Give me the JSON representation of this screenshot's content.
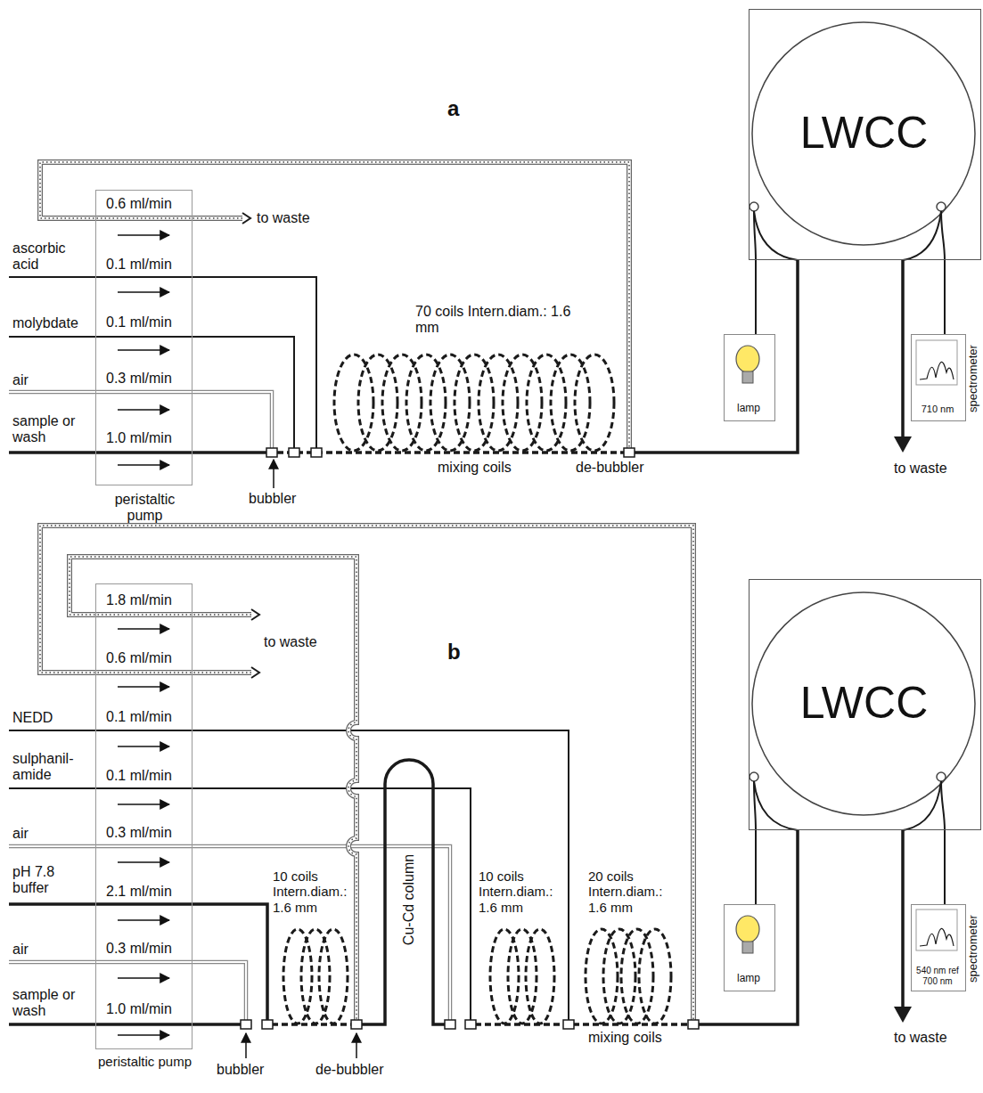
{
  "diagram": {
    "nodes": [
      {
        "text": [
          "peristaltic pump"
        ]
      },
      {
        "text": [
          "LWCC"
        ]
      },
      {
        "text": [
          "lamp"
        ]
      },
      {
        "text": [
          "710 nm",
          "spectrometer"
        ]
      },
      {
        "text": [
          "peristaltic pump"
        ]
      },
      {
        "text": [
          "LWCC"
        ]
      },
      {
        "text": [
          "lamp"
        ]
      },
      {
        "text": [
          "540 nm ref 700 nm",
          "spectrometer"
        ]
      }
    ],
    "edges": [
      {
        "from": 2,
        "to": 1,
        "arrow": "none"
      },
      {
        "from": 1,
        "to": 3,
        "arrow": "none"
      },
      {
        "from": 6,
        "to": 5,
        "arrow": "none"
      },
      {
        "from": 5,
        "to": 7,
        "arrow": "none"
      }
    ],
    "labels": [
      "a",
      "0.6 ml/min",
      "to waste",
      "ascorbic acid",
      "0.1 ml/min",
      "molybdate",
      "0.1 ml/min",
      "air",
      "0.3 ml/min",
      "sample or wash",
      "1.0 ml/min",
      "70 coils Intern.diam.: 1.6 mm",
      "mixing coils",
      "de-bubbler",
      "bubbler",
      "to waste",
      "b",
      "1.8 ml/min",
      "to waste",
      "0.6 ml/min",
      "NEDD",
      "0.1 ml/min",
      "sulphanil- amide",
      "0.1 ml/min",
      "air",
      "0.3 ml/min",
      "pH 7.8 buffer",
      "2.1 ml/min",
      "air",
      "0.3 ml/min",
      "sample or wash",
      "1.0 ml/min",
      "10 coils Intern.diam.: 1.6 mm",
      "Cu-Cd column",
      "10 coils Intern.diam.: 1.6 mm",
      "20 coils Intern.diam.: 1.6 mm",
      "bubbler",
      "de-bubbler",
      "mixing coils",
      "to waste"
    ]
  }
}
